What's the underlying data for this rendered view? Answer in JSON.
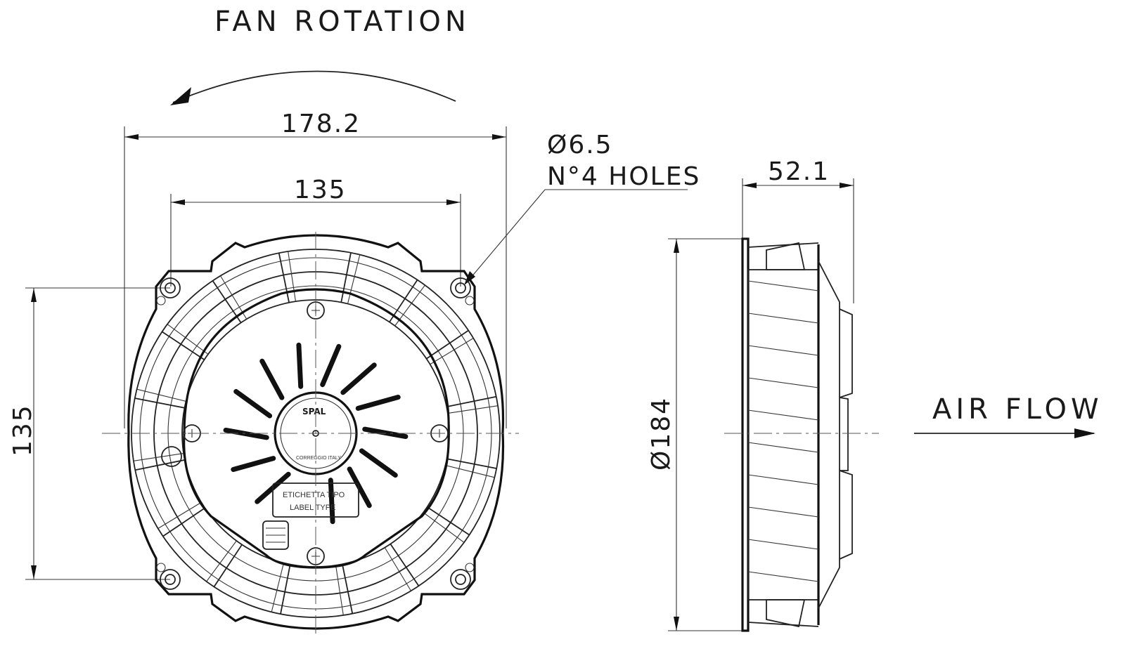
{
  "labels": {
    "fan_rotation": "FAN ROTATION",
    "air_flow": "AIR FLOW",
    "hole_diameter": "Ø6.5",
    "hole_count": "N°4 HOLES",
    "brand": "SPAL",
    "hub_text": "CORREGGIO ITALY",
    "label_line1": "ETICHETTA TIPO",
    "label_line2": "LABEL TYPE"
  },
  "dimensions": {
    "overall_width": "178.2",
    "hole_spacing_h": "135",
    "hole_spacing_v": "135",
    "depth": "52.1",
    "outer_diameter": "Ø184"
  }
}
